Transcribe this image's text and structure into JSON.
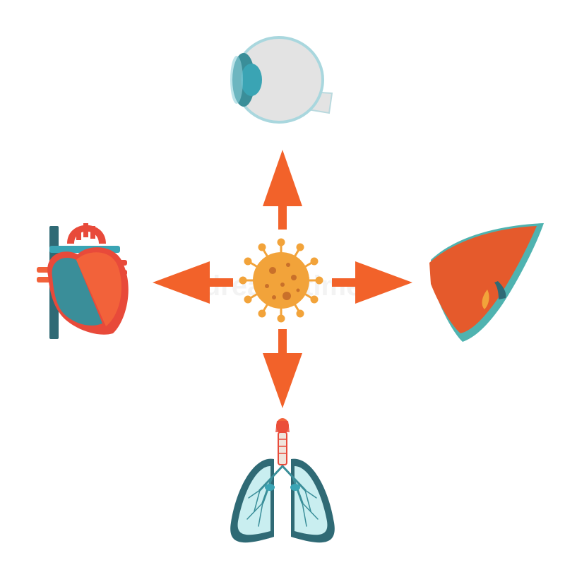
{
  "diagram": {
    "watermark": "dreamstime",
    "nodes": [
      {
        "id": "virus",
        "icon": "virus-icon"
      },
      {
        "id": "eye",
        "icon": "eye-icon"
      },
      {
        "id": "heart",
        "icon": "heart-icon"
      },
      {
        "id": "liver",
        "icon": "liver-icon"
      },
      {
        "id": "lungs",
        "icon": "lungs-icon"
      }
    ],
    "edges": [
      {
        "from": "virus",
        "to": "eye"
      },
      {
        "from": "virus",
        "to": "heart"
      },
      {
        "from": "virus",
        "to": "liver"
      },
      {
        "from": "virus",
        "to": "lungs"
      }
    ],
    "colors": {
      "arrow": "#f2622a",
      "virus": "#f2a33a",
      "virus_spots": "#c9702a",
      "teal": "#3a8e99",
      "dark_teal": "#2f6a75",
      "red": "#e84a3a",
      "orange_red": "#f2623a",
      "liver": "#e55a2c",
      "eye_white": "#e3e3e3",
      "eye_iris": "#3aa4b4"
    }
  }
}
